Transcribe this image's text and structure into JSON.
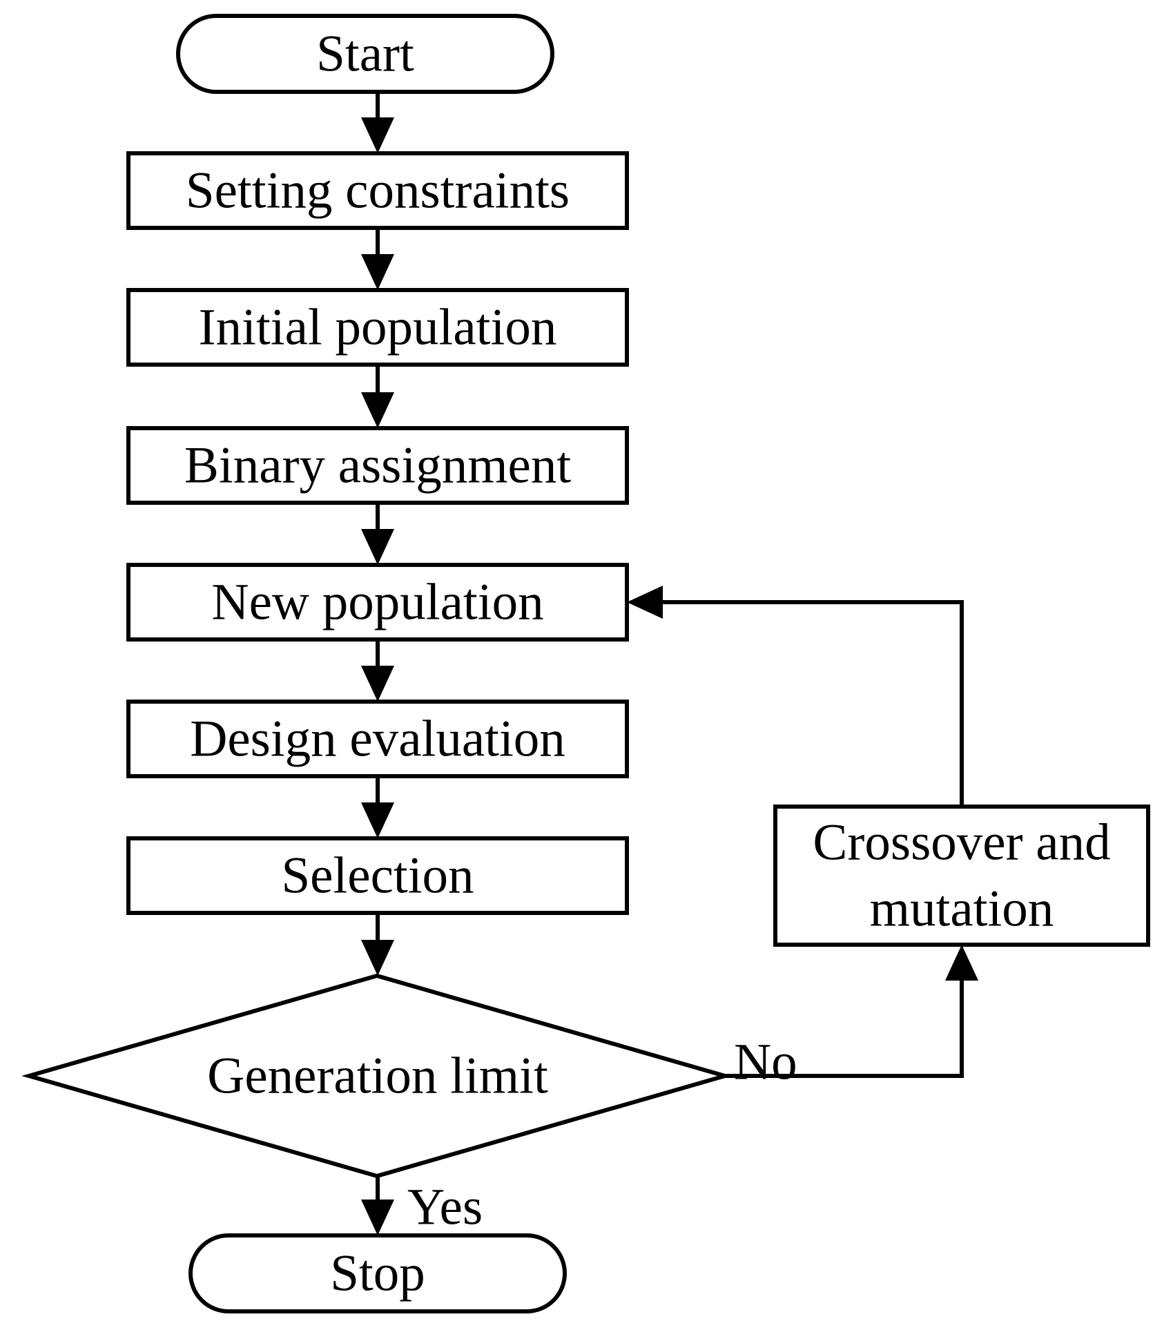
{
  "nodes": {
    "start": "Start",
    "constraints": "Setting constraints",
    "initial": "Initial population",
    "binary": "Binary assignment",
    "new_population": "New population",
    "evaluation": "Design evaluation",
    "selection": "Selection",
    "decision": "Generation limit",
    "crossover_line1": "Crossover and",
    "crossover_line2": "mutation",
    "stop": "Stop"
  },
  "edges": {
    "no_label": "No",
    "yes_label": "Yes"
  }
}
